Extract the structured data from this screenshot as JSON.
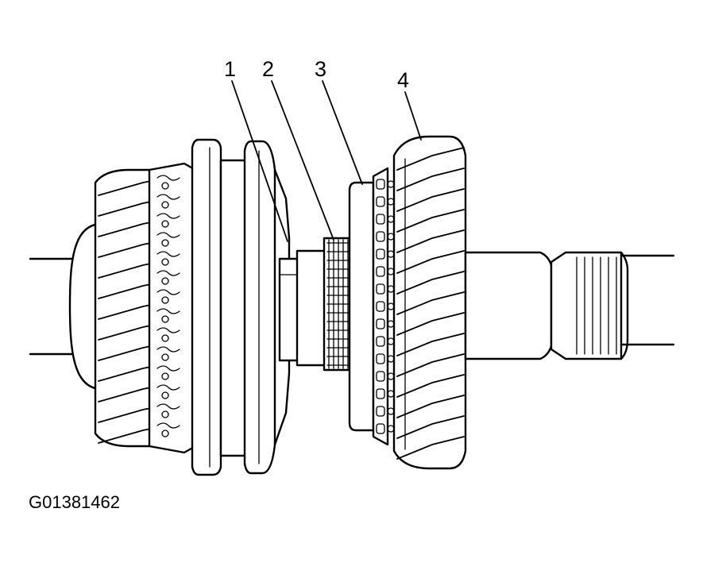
{
  "diagram": {
    "callouts": [
      {
        "id": "callout-1",
        "label": "1"
      },
      {
        "id": "callout-2",
        "label": "2"
      },
      {
        "id": "callout-3",
        "label": "3"
      },
      {
        "id": "callout-4",
        "label": "4"
      }
    ],
    "figure_id": "G01381462"
  },
  "colors": {
    "ink": "#000000",
    "paper": "#ffffff"
  }
}
